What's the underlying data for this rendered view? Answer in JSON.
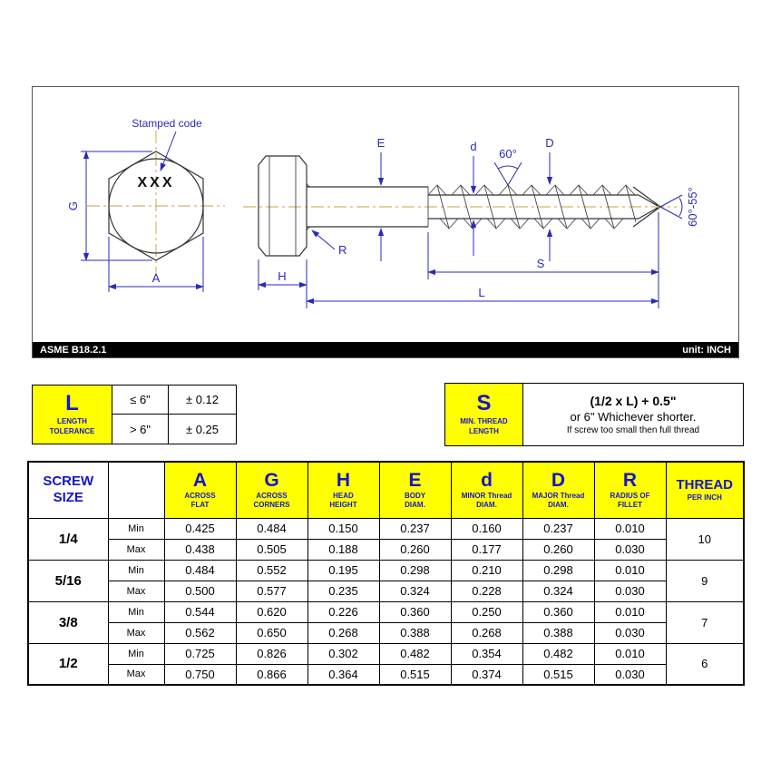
{
  "colors": {
    "accent_blue": "#1414cc",
    "dimension_blue": "#2a2ab8",
    "highlight_yellow": "#ffff00",
    "footer_bar": "#000000"
  },
  "diagram": {
    "stamped_code_label": "Stamped code",
    "stamped_code": "XXX",
    "dim_G": "G",
    "dim_A": "A",
    "dim_E": "E",
    "dim_d": "d",
    "dim_D": "D",
    "dim_R": "R",
    "dim_H": "H",
    "dim_S": "S",
    "dim_L": "L",
    "thread_angle": "60°",
    "point_angle": "60°-55°",
    "standard": "ASME B18.2.1",
    "unit": "unit: INCH"
  },
  "tolerance": {
    "length": {
      "symbol": "L",
      "label1": "LENGTH",
      "label2": "TOLERANCE",
      "rows": [
        {
          "condition": "≤ 6\"",
          "value": "± 0.12"
        },
        {
          "condition": "> 6\"",
          "value": "± 0.25"
        }
      ]
    },
    "thread": {
      "symbol": "S",
      "label1": "MIN. THREAD",
      "label2": "LENGTH",
      "formula": "(1/2 x L) + 0.5\"",
      "alt": "or 6\" Whichever shorter.",
      "note": "If screw too small then full thread"
    }
  },
  "table": {
    "size_header_1": "SCREW",
    "size_header_2": "SIZE",
    "min_label": "Min",
    "max_label": "Max",
    "thread_header_1": "THREAD",
    "thread_header_2": "PER INCH",
    "columns": [
      {
        "symbol": "A",
        "sub1": "ACROSS",
        "sub2": "FLAT"
      },
      {
        "symbol": "G",
        "sub1": "ACROSS",
        "sub2": "CORNERS"
      },
      {
        "symbol": "H",
        "sub1": "HEAD",
        "sub2": "HEIGHT"
      },
      {
        "symbol": "E",
        "sub1": "BODY",
        "sub2": "DIAM."
      },
      {
        "symbol": "d",
        "sub1": "MINOR Thread",
        "sub2": "DIAM."
      },
      {
        "symbol": "D",
        "sub1": "MAJOR Thread",
        "sub2": "DIAM."
      },
      {
        "symbol": "R",
        "sub1": "RADIUS OF",
        "sub2": "FILLET"
      }
    ],
    "rows": [
      {
        "size": "1/4",
        "min": [
          "0.425",
          "0.484",
          "0.150",
          "0.237",
          "0.160",
          "0.237",
          "0.010"
        ],
        "max": [
          "0.438",
          "0.505",
          "0.188",
          "0.260",
          "0.177",
          "0.260",
          "0.030"
        ],
        "tpi": "10"
      },
      {
        "size": "5/16",
        "min": [
          "0.484",
          "0.552",
          "0.195",
          "0.298",
          "0.210",
          "0.298",
          "0.010"
        ],
        "max": [
          "0.500",
          "0.577",
          "0.235",
          "0.324",
          "0.228",
          "0.324",
          "0.030"
        ],
        "tpi": "9"
      },
      {
        "size": "3/8",
        "min": [
          "0.544",
          "0.620",
          "0.226",
          "0.360",
          "0.250",
          "0.360",
          "0.010"
        ],
        "max": [
          "0.562",
          "0.650",
          "0.268",
          "0.388",
          "0.268",
          "0.388",
          "0.030"
        ],
        "tpi": "7"
      },
      {
        "size": "1/2",
        "min": [
          "0.725",
          "0.826",
          "0.302",
          "0.482",
          "0.354",
          "0.482",
          "0.010"
        ],
        "max": [
          "0.750",
          "0.866",
          "0.364",
          "0.515",
          "0.374",
          "0.515",
          "0.030"
        ],
        "tpi": "6"
      }
    ]
  }
}
